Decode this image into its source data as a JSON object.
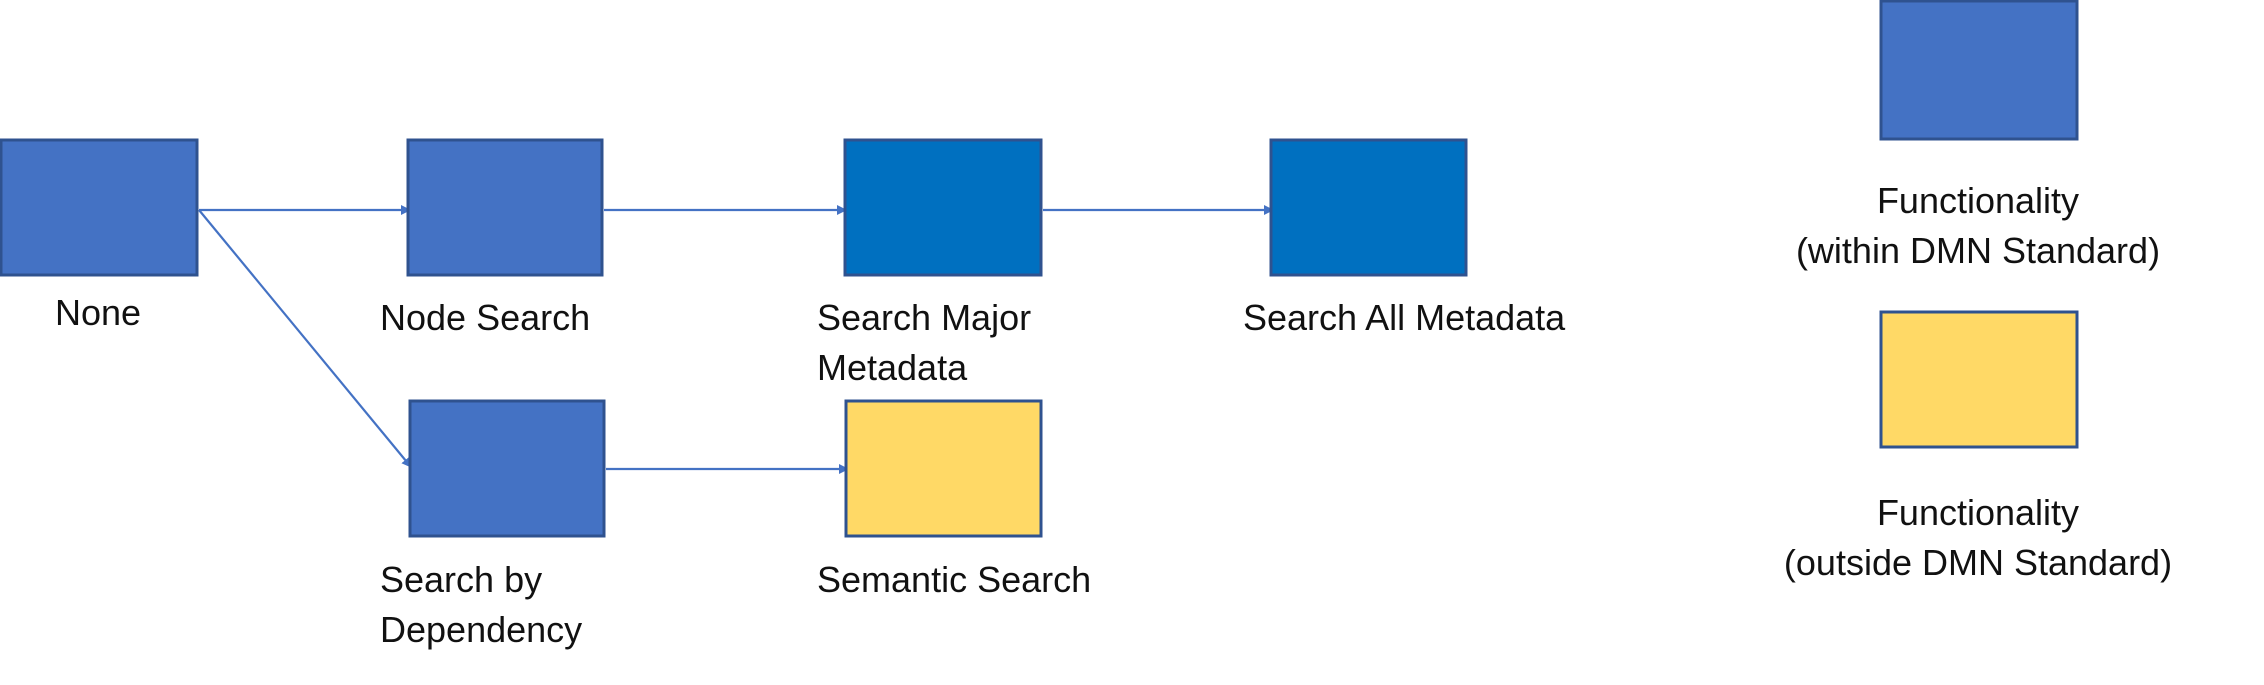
{
  "colors": {
    "blue": "#4472C4",
    "blue_border": "#2F528F",
    "major_blue": "#0070C0",
    "yellow": "#FFD966",
    "arrow": "#4472C4",
    "text": "#111111"
  },
  "nodes": {
    "none": {
      "label": "None"
    },
    "node_search": {
      "label": "Node Search"
    },
    "search_major_metadata": {
      "line1": "Search Major",
      "line2": "Metadata"
    },
    "search_all_metadata": {
      "label": "Search All Metadata"
    },
    "search_by_dependency": {
      "line1": "Search by",
      "line2": "Dependency"
    },
    "semantic_search": {
      "label": "Semantic Search"
    }
  },
  "edges": [
    {
      "from": "None",
      "to": "Node Search"
    },
    {
      "from": "None",
      "to": "Search by Dependency"
    },
    {
      "from": "Node Search",
      "to": "Search Major Metadata"
    },
    {
      "from": "Search Major Metadata",
      "to": "Search All Metadata"
    },
    {
      "from": "Search by Dependency",
      "to": "Semantic Search"
    }
  ],
  "legend": {
    "within": {
      "line1": "Functionality",
      "line2": "(within DMN Standard)"
    },
    "outside": {
      "line1": "Functionality",
      "line2": "(outside DMN Standard)"
    }
  }
}
